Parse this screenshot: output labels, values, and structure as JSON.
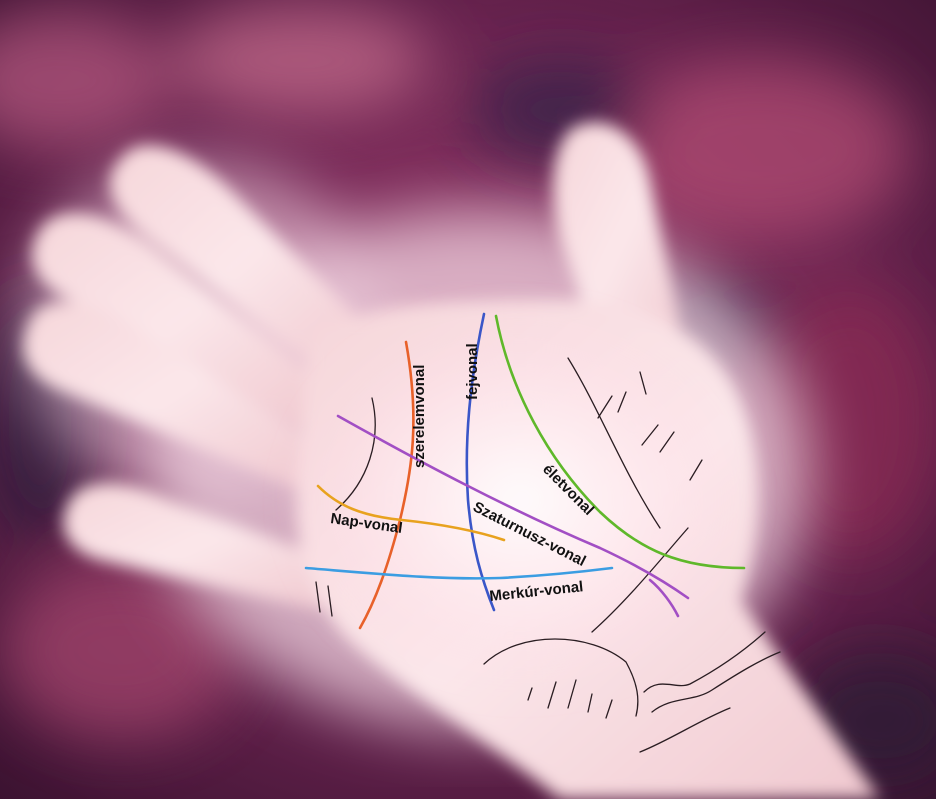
{
  "labels": {
    "szerelemvonal": "szerelemvonal",
    "fejvonal": "fejvonal",
    "eletvonal": "életvonal",
    "nap_vonal": "Nap-vonal",
    "szaturnusz_vonal": "Szaturnusz-vonal",
    "merkur_vonal": "Merkúr-vonal"
  },
  "line_colors": {
    "szerelemvonal": "#e8612a",
    "fejvonal": "#3a56c8",
    "eletvonal": "#5fb82a",
    "nap_vonal": "#e8a21e",
    "szaturnusz_vonal": "#a24fc4",
    "merkur_vonal": "#3b9de2"
  },
  "palette": {
    "background": "#5a1f45",
    "skin_light": "#fff4f4",
    "skin_mid": "#f3c9cf",
    "palm_creases": "#2a1d22"
  }
}
